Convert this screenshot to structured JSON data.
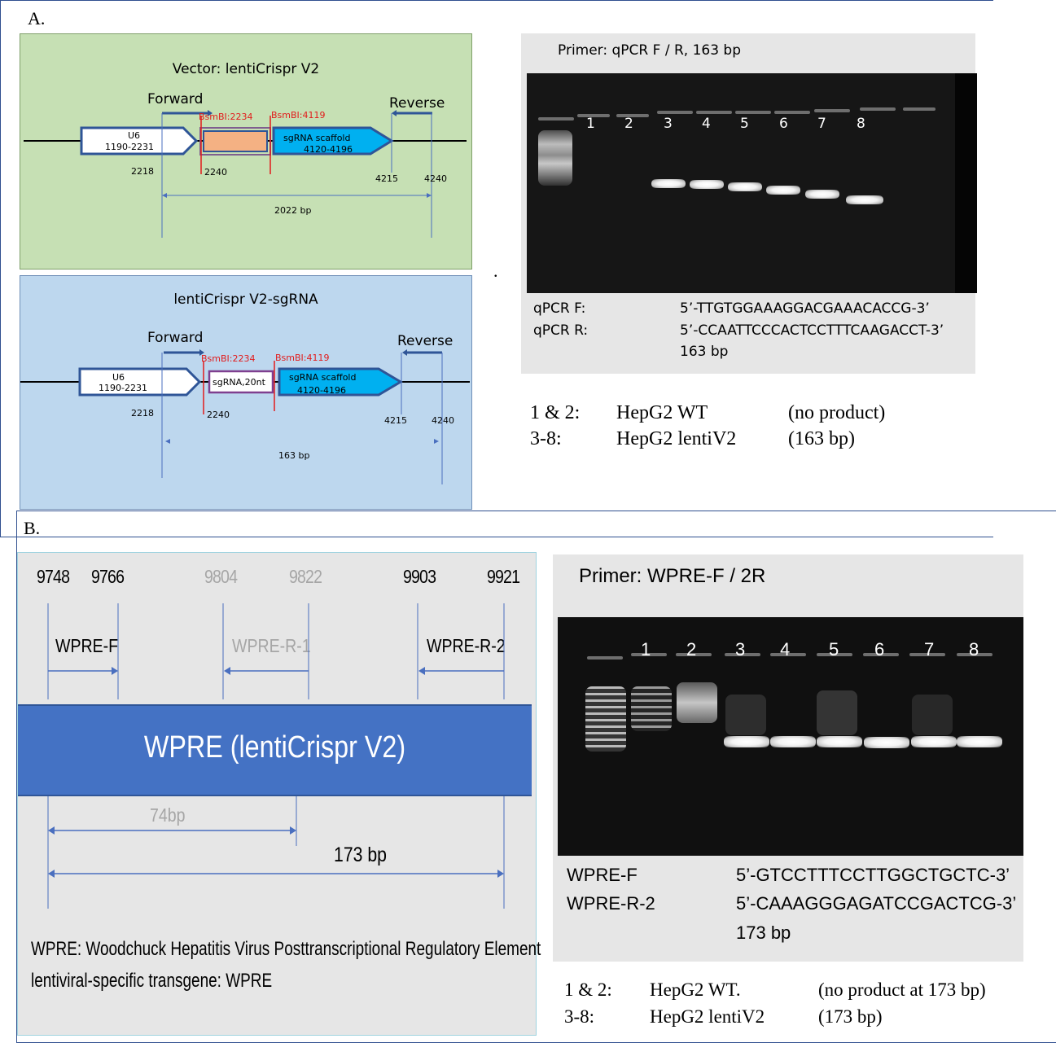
{
  "panel_a": {
    "label": "A.",
    "vector": {
      "title": "Vector: lentiCrispr V2",
      "forward": "Forward",
      "reverse": "Reverse",
      "u6_name": "U6",
      "u6_range": "1190-2231",
      "bsmbi_1": "BsmBI:2234",
      "bsmbi_2": "BsmBI:4119",
      "scaffold_name": "sgRNA scaffold",
      "scaffold_range": "4120-4196",
      "pos_2218": "2218",
      "pos_2240": "2240",
      "pos_4215": "4215",
      "pos_4240": "4240",
      "size": "2022 bp"
    },
    "sgrna": {
      "title": "lentiCrispr V2-sgRNA",
      "forward": "Forward",
      "reverse": "Reverse",
      "u6_name": "U6",
      "u6_range": "1190-2231",
      "bsmbi_1": "BsmBI:2234",
      "bsmbi_2": "BsmBI:4119",
      "insert": "sgRNA,20nt",
      "scaffold_name": "sgRNA scaffold",
      "scaffold_range": "4120-4196",
      "pos_2218": "2218",
      "pos_2240": "2240",
      "pos_4215": "4215",
      "pos_4240": "4240",
      "size": "163 bp"
    },
    "dot": ".",
    "gel": {
      "primer": "Primer: qPCR F / R, 163 bp",
      "lanes": [
        "1",
        "2",
        "3",
        "4",
        "5",
        "6",
        "7",
        "8"
      ],
      "rows": [
        {
          "name": "qPCR F:",
          "seq": "5’-TTGTGGAAAGGACGAAACACCG-3’"
        },
        {
          "name": "qPCR R:",
          "seq": "5’-CCAATTCCCACTCCTTTCAAGACCT-3’"
        }
      ],
      "size": "163 bp"
    },
    "legend": [
      {
        "lanes": "1 & 2:",
        "sample": "HepG2 WT",
        "result": "(no product)"
      },
      {
        "lanes": "3-8:",
        "sample": "HepG2 lentiV2",
        "result": "(163 bp)"
      }
    ]
  },
  "panel_b": {
    "label": "B.",
    "positions": [
      "9748",
      "9766",
      "9804",
      "9822",
      "9903",
      "9921"
    ],
    "wpre_f": "WPRE-F",
    "wpre_r1": "WPRE-R-1",
    "wpre_r2": "WPRE-R-2",
    "bar_label": "WPRE (lentiCrispr V2)",
    "size_74": "74bp",
    "size_173": "173 bp",
    "note_1": "WPRE: Woodchuck Hepatitis Virus Posttranscriptional Regulatory Element",
    "note_2": "lentiviral-specific transgene: WPRE",
    "gel": {
      "primer": "Primer: WPRE-F / 2R",
      "lanes": [
        "1",
        "2",
        "3",
        "4",
        "5",
        "6",
        "7",
        "8"
      ],
      "rows": [
        {
          "name": "WPRE-F",
          "seq": "5’-GTCCTTTCCTTGGCTGCTC-3’"
        },
        {
          "name": "WPRE-R-2",
          "seq": "5’-CAAAGGGAGATCCGACTCG-3’"
        }
      ],
      "size": "173 bp"
    },
    "legend": [
      {
        "lanes": "1 & 2:",
        "sample": "HepG2 WT.",
        "result": "(no product at 173 bp)"
      },
      {
        "lanes": "3-8:",
        "sample": "HepG2 lentiV2",
        "result": "(173 bp)"
      }
    ]
  },
  "colors": {
    "vector_bg": "#c6e0b4",
    "sgrna_bg": "#bdd7ee",
    "scaffold": "#00b0f0",
    "insert": "#f4b183",
    "wpre_bar": "#4472c4",
    "bsmbi": "#e21b1b",
    "gel_panel": "#e6e6e6"
  },
  "icons": [
    "u6-promoter-arrow",
    "scaffold-arrow",
    "forward-primer-arrow",
    "reverse-primer-arrow"
  ]
}
